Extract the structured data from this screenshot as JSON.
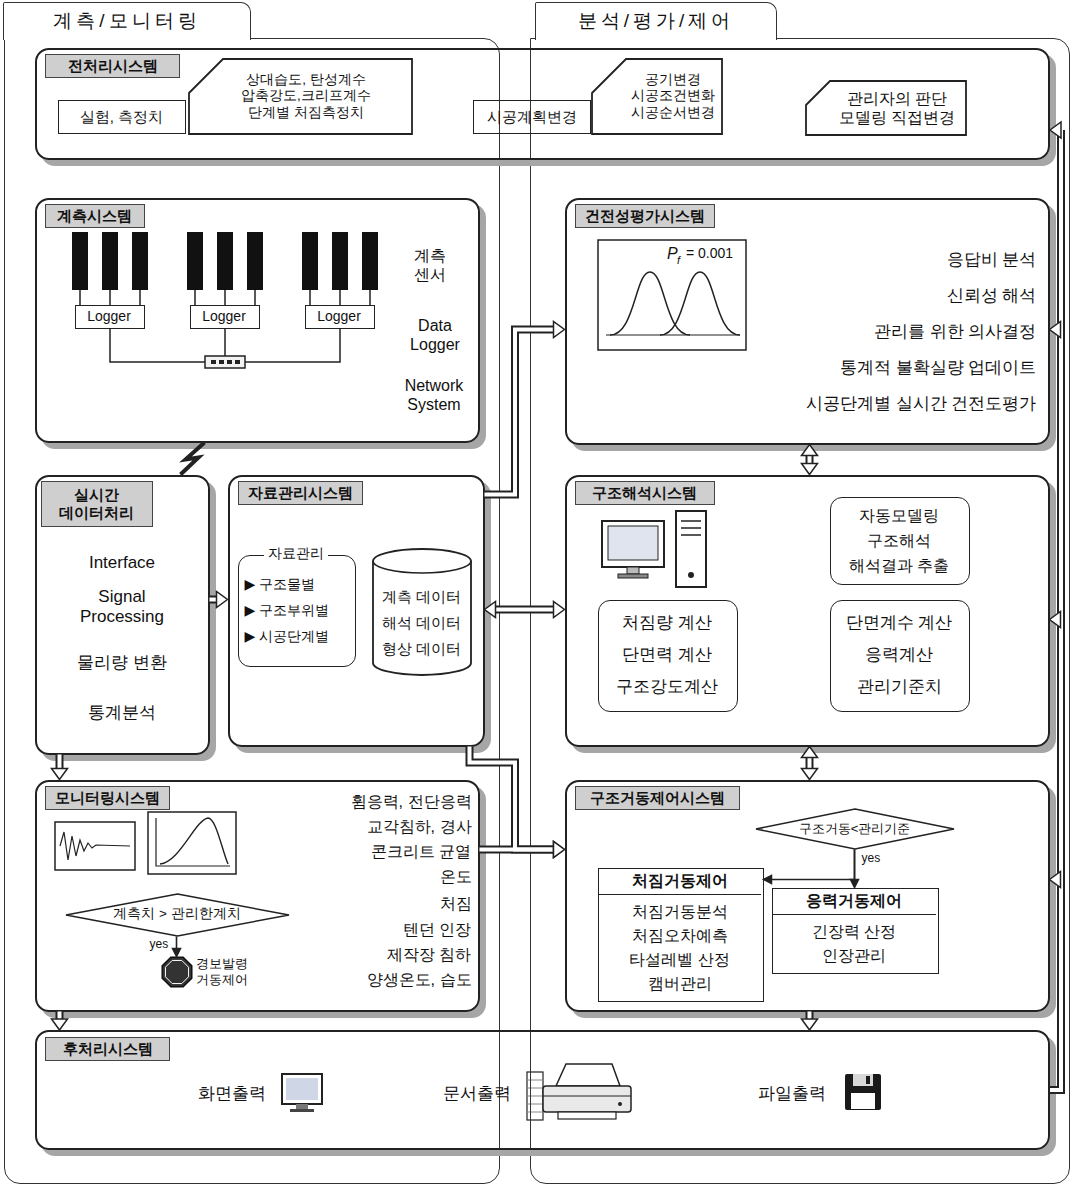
{
  "diagram": {
    "nodes": [
      {
        "text": [
          "계측/모니터링"
        ]
      },
      {
        "text": [
          "분석/평가/제어"
        ]
      },
      {
        "text": [
          "전처리시스템"
        ]
      },
      {
        "text": [
          "실험, 측정치"
        ],
        "in": 2
      },
      {
        "text": [
          "상대습도, 탄성계수 압축강도,크리프계수 단계별 처짐측정치"
        ],
        "in": 2
      },
      {
        "text": [
          "시공계획변경"
        ],
        "in": 2
      },
      {
        "text": [
          "공기변경 시공조건변화 시공순서변경"
        ],
        "in": 2
      },
      {
        "text": [
          "관리자의 판단 모델링 직접변경"
        ],
        "in": 2
      },
      {
        "text": [
          "계측시스템"
        ],
        "in": 0
      },
      {
        "text": [
          "Logger"
        ],
        "in": 8
      },
      {
        "text": [
          "Logger"
        ],
        "in": 8
      },
      {
        "text": [
          "Logger"
        ],
        "in": 8
      },
      {
        "text": [
          "실시간 데이터처리",
          "Interface",
          "Signal Processing",
          "물리량 변환",
          "통계분석"
        ],
        "in": 0
      },
      {
        "text": [
          "자료관리시스템"
        ],
        "in": 0
      },
      {
        "text": [
          "자료관리",
          "▶ 구조물별",
          "▶ 구조부위별",
          "▶ 시공단계별"
        ],
        "in": 13
      },
      {
        "text": [
          "계측 데이터",
          "해석 데이터",
          "형상 데이터"
        ],
        "in": 13
      },
      {
        "text": [
          "모니터링시스템",
          "휨응력, 전단응력",
          "교각침하, 경사",
          "콘크리트 균열",
          "온도",
          "처짐",
          "텐던 인장",
          "제작장 침하",
          "양생온도, 습도"
        ],
        "in": 0
      },
      {
        "text": [
          "계측치 > 관리한계치"
        ],
        "in": 16
      },
      {
        "text": [
          "경보발령 거동제어"
        ],
        "in": 16
      },
      {
        "text": [
          "건전성평가시스템",
          "응답비 분석",
          "신뢰성 해석",
          "관리를 위한 의사결정",
          "통계적 불확실량 업데이트",
          "시공단계별 실시간 건전도평가"
        ],
        "in": 1
      },
      {
        "text": [
          "구조해석시스템"
        ],
        "in": 1
      },
      {
        "text": [
          "자동모델링",
          "구조해석",
          "해석결과 추출"
        ],
        "in": 20
      },
      {
        "text": [
          "처짐량 계산",
          "단면력 계산",
          "구조강도계산"
        ],
        "in": 20
      },
      {
        "text": [
          "단면계수 계산",
          "응력계산",
          "관리기준치"
        ],
        "in": 20
      },
      {
        "text": [
          "구조거동제어시스템"
        ],
        "in": 1
      },
      {
        "text": [
          "구조거동<관리기준"
        ],
        "in": 24
      },
      {
        "text": [
          "처짐거동제어",
          "처짐거동분석",
          "처짐오차예측",
          "타설레벨 산정",
          "캠버관리"
        ],
        "in": 24
      },
      {
        "text": [
          "응력거동제어",
          "긴장력 산정",
          "인장관리"
        ],
        "in": 24
      },
      {
        "text": [
          "후처리시스템",
          "화면출력",
          "문서출력",
          "파일출력"
        ]
      }
    ],
    "edges": [
      {
        "from": 8,
        "to": 12,
        "arrow": "none"
      },
      {
        "from": 12,
        "to": 13,
        "arrow": "to"
      },
      {
        "from": 12,
        "to": 16,
        "arrow": "to"
      },
      {
        "from": 13,
        "to": 20,
        "arrow": "both"
      },
      {
        "from": 13,
        "to": 19,
        "arrow": "to"
      },
      {
        "from": 13,
        "to": 24,
        "arrow": "to"
      },
      {
        "from": 16,
        "to": 24,
        "arrow": "to"
      },
      {
        "from": 19,
        "to": 20,
        "arrow": "both"
      },
      {
        "from": 20,
        "to": 24,
        "arrow": "both"
      },
      {
        "from": 16,
        "to": 28,
        "arrow": "to"
      },
      {
        "from": 24,
        "to": 28,
        "arrow": "to"
      },
      {
        "from": 28,
        "to": 2,
        "arrow": "to"
      },
      {
        "from": 28,
        "to": 19,
        "arrow": "to"
      },
      {
        "from": 28,
        "to": 20,
        "arrow": "to"
      },
      {
        "from": 28,
        "to": 24,
        "arrow": "to"
      },
      {
        "from": 17,
        "to": 18,
        "label": "yes",
        "arrow": "to"
      },
      {
        "from": 25,
        "to": 26,
        "arrow": "to"
      },
      {
        "from": 25,
        "to": 27,
        "label": "yes",
        "arrow": "to"
      }
    ],
    "labels": [
      "계측 센서",
      "Data Logger",
      "Network System",
      "P",
      "f",
      "= 0.001"
    ]
  }
}
